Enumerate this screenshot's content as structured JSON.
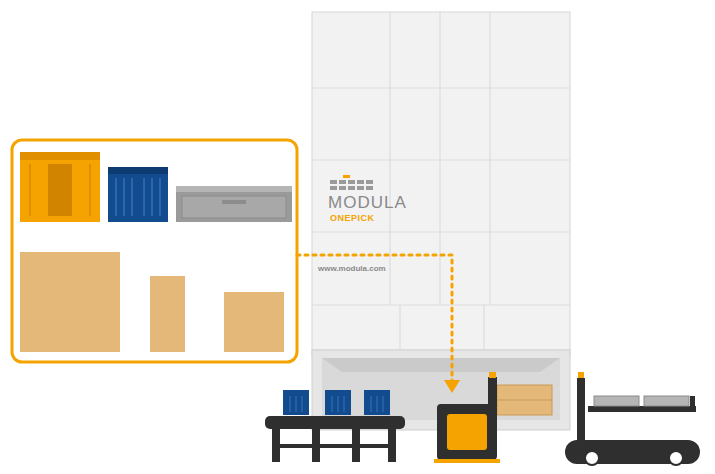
{
  "diagram": {
    "labels": [
      "MODULA",
      "ONEPICK",
      "www.modula.com"
    ]
  }
}
